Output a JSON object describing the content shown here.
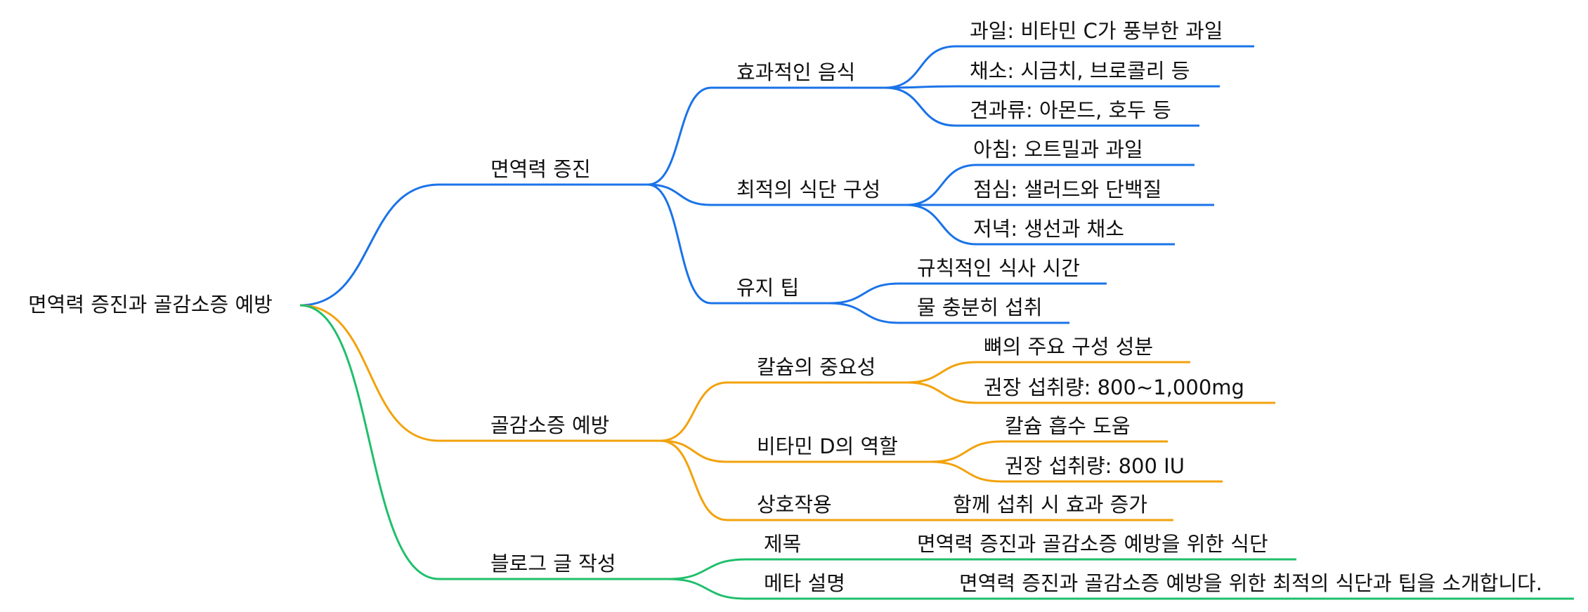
{
  "colors": {
    "blue": "#1a73e8",
    "orange": "#f2a20c",
    "green": "#1fbf6b"
  },
  "root": {
    "label": "면역력 증진과 골감소증 예방"
  },
  "branches": [
    {
      "label": "면역력 증진",
      "color": "blue",
      "children": [
        {
          "label": "효과적인 음식",
          "children": [
            "과일: 비타민 C가 풍부한 과일",
            "채소: 시금치, 브로콜리 등",
            "견과류: 아몬드, 호두 등"
          ]
        },
        {
          "label": "최적의 식단 구성",
          "children": [
            "아침: 오트밀과 과일",
            "점심: 샐러드와 단백질",
            "저녁: 생선과 채소"
          ]
        },
        {
          "label": "유지 팁",
          "children": [
            "규칙적인 식사 시간",
            "물 충분히 섭취"
          ]
        }
      ]
    },
    {
      "label": "골감소증 예방",
      "color": "orange",
      "children": [
        {
          "label": "칼슘의 중요성",
          "children": [
            "뼈의 주요 구성 성분",
            "권장 섭취량: 800~1,000mg"
          ]
        },
        {
          "label": "비타민 D의 역할",
          "children": [
            "칼슘 흡수 도움",
            "권장 섭취량: 800 IU"
          ]
        },
        {
          "label": "상호작용",
          "children": [
            "함께 섭취 시 효과 증가"
          ]
        }
      ]
    },
    {
      "label": "블로그 글 작성",
      "color": "green",
      "children": [
        {
          "label": "제목",
          "children": [
            "면역력 증진과 골감소증 예방을 위한 식단"
          ]
        },
        {
          "label": "메타 설명",
          "children": [
            "면역력 증진과 골감소증 예방을 위한 최적의 식단과 팁을 소개합니다."
          ]
        }
      ]
    }
  ]
}
